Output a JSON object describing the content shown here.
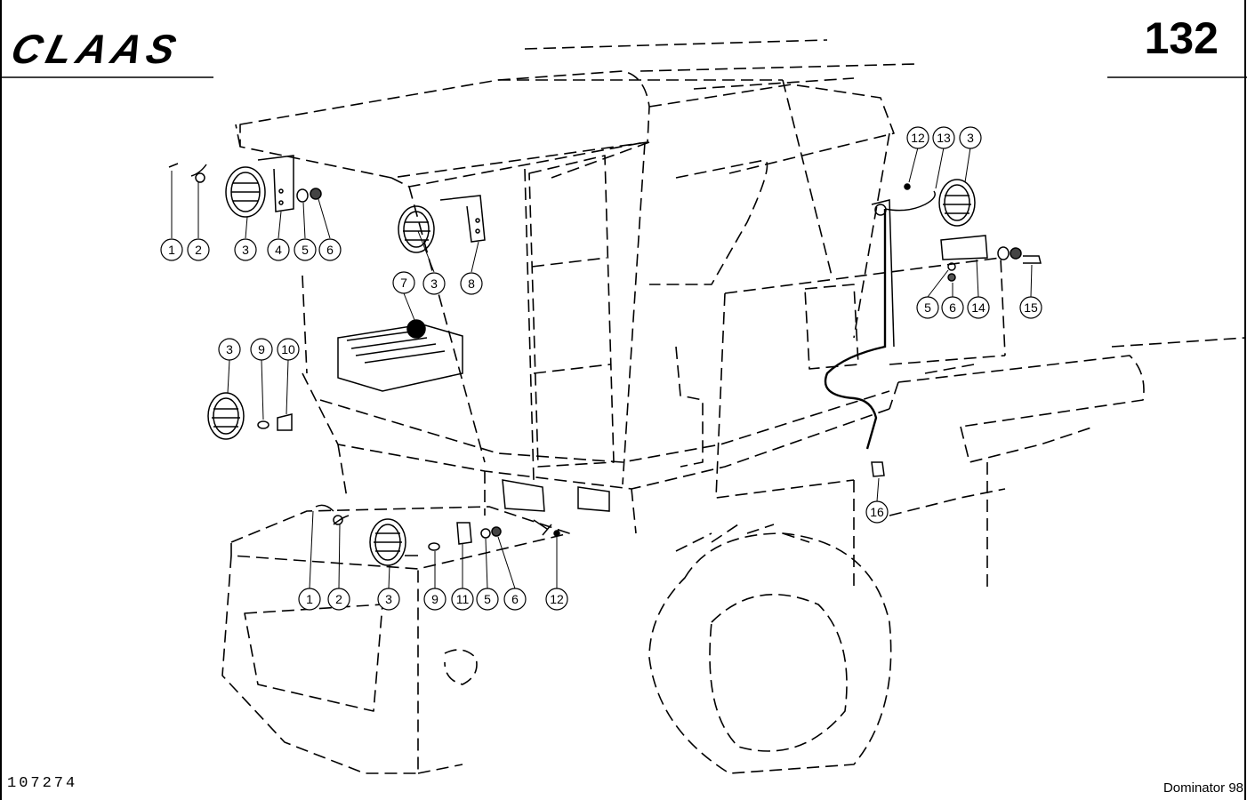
{
  "header": {
    "brand": "CLAAS",
    "page_number": "132"
  },
  "footer": {
    "drawing_number": "107274",
    "model": "Dominator 98"
  },
  "callouts": [
    "1",
    "2",
    "3",
    "4",
    "5",
    "6",
    "7",
    "8",
    "9",
    "10",
    "11",
    "12",
    "13",
    "14",
    "15",
    "16"
  ]
}
